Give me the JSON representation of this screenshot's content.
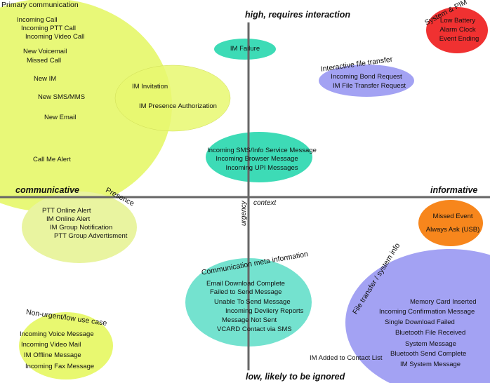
{
  "axes": {
    "top": "high, requires interaction",
    "bottom": "low, likely to be ignored",
    "left": "communicative",
    "right": "informative",
    "vertical_label": "urgency",
    "horizontal_label": "context"
  },
  "colors": {
    "primary": "#e6f76c",
    "presence": "#e9f4a0",
    "yellow_green": "#e8f870",
    "teal": "#3ddbb6",
    "teal_light": "#74e2cf",
    "lavender": "#a3a2f3",
    "red": "#f03131",
    "orange": "#f7861c"
  },
  "groups": {
    "primary": {
      "title": "Primary communication",
      "items": [
        "Incoming Call",
        "Incoming PTT Call",
        "Incoming Video Call",
        "New Voicemail",
        "Missed Call",
        "New IM",
        "New SMS/MMS",
        "New Email",
        "Call Me Alert"
      ]
    },
    "im_invite": {
      "items": [
        "IM Invitation",
        "IM Presence Authorization"
      ]
    },
    "im_failure": {
      "items": [
        "IM Failure"
      ]
    },
    "interactive": {
      "title": "Interactive file transfer",
      "items": [
        "Incoming Bond Request",
        "IM File Transfer Request"
      ]
    },
    "system_pim": {
      "title": "System & PIM",
      "items": [
        "Low Battery",
        "Alarm Clock",
        "Event Ending"
      ]
    },
    "center": {
      "items": [
        "Incoming SMS/Info Service Message",
        "Incoming Browser Message",
        "Incoming UPI Messages"
      ]
    },
    "presence": {
      "title": "Presence",
      "items": [
        "PTT Online Alert",
        "IM Online Alert",
        "IM Group Notification",
        "PTT Group Advertisment"
      ]
    },
    "missed": {
      "items": [
        "Missed Event",
        "Always Ask (USB)"
      ]
    },
    "meta": {
      "title": "Communication meta information",
      "items": [
        "Email Download Complete",
        "Failed to Send Message",
        "Unable To Send Message",
        "Incoming Devliery Reports",
        "Message Not Sent",
        "VCARD Contact via SMS"
      ]
    },
    "file_system": {
      "title": "File transfer / system info",
      "items": [
        "Memory Card Inserted",
        "Incoming Confirmation Message",
        "Single Download Failed",
        "Bluetooth File Received",
        "System Message",
        "Bluetooth Send Complete",
        "IM System Message"
      ]
    },
    "contact": {
      "items": [
        "IM Added to Contact List"
      ]
    },
    "nonurgent": {
      "title": "Non-urgent/low use case",
      "items": [
        "Incoming Voice Message",
        "Incoming Video Mail",
        "IM Offline Message",
        "Incoming Fax Message"
      ]
    }
  }
}
